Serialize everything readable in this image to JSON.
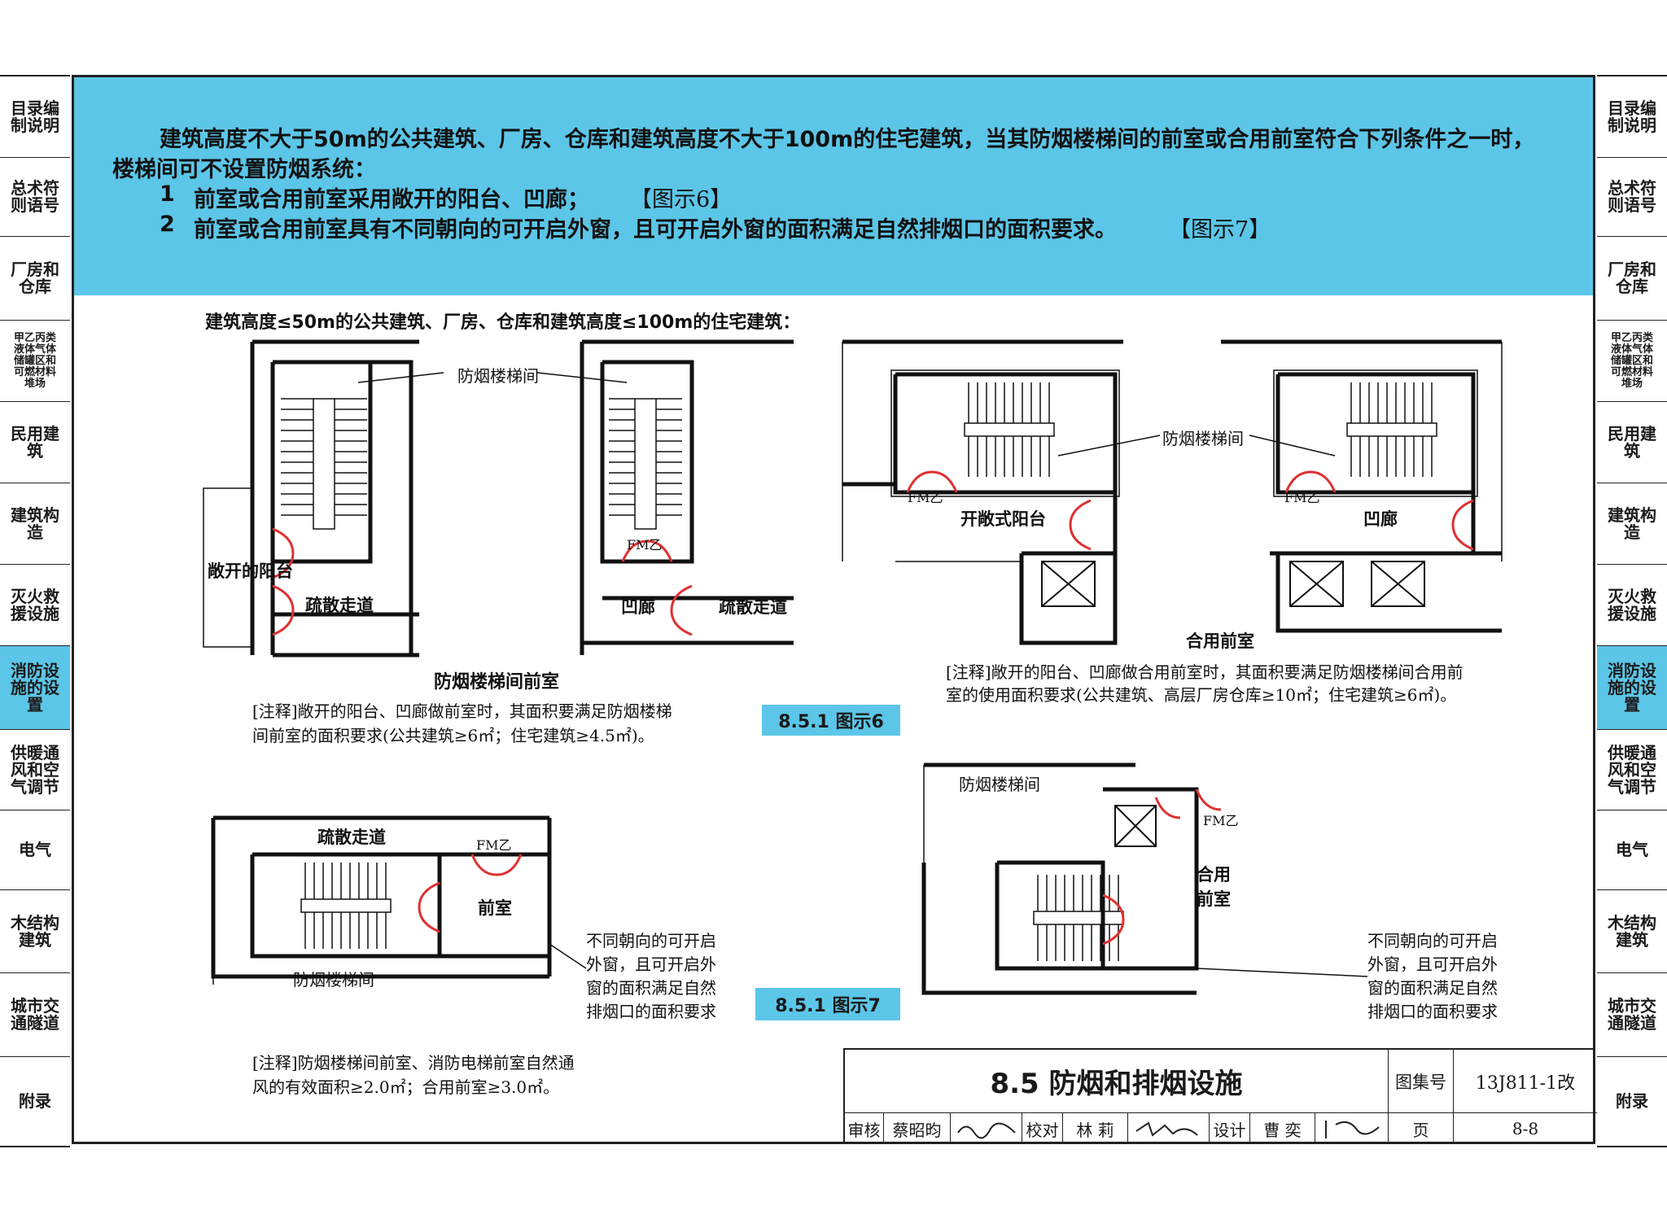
{
  "sidebar": {
    "items": [
      {
        "label": "目录编制说明"
      },
      {
        "label": "总术符则语号"
      },
      {
        "label": "厂房和仓库"
      },
      {
        "label": "甲乙丙类液体气体储罐区和可燃材料堆场"
      },
      {
        "label": "民用建筑"
      },
      {
        "label": "建筑构造"
      },
      {
        "label": "灭火救援设施"
      },
      {
        "label": "消防设施的设置"
      },
      {
        "label": "供暖通风和空气调节"
      },
      {
        "label": "电气"
      },
      {
        "label": "木结构建筑"
      },
      {
        "label": "城市交通隧道"
      },
      {
        "label": "附录"
      }
    ],
    "active_index": 7
  },
  "banner": {
    "line1": "建筑高度不大于50m的公共建筑、厂房、仓库和建筑高度不大于100m的住宅建筑，当其防烟楼梯间的前室或合用前室符合下列条件之一时，",
    "line2": "楼梯间可不设置防烟系统：",
    "item1_num": "1",
    "item1": "前室或合用前室采用敞开的阳台、凹廊；",
    "item1_ref": "【图示6】",
    "item2_num": "2",
    "item2": "前室或合用前室具有不同朝向的可开启外窗，且可开启外窗的面积满足自然排烟口的面积要求。",
    "item2_ref": "【图示7】"
  },
  "diagram6": {
    "heading": "建筑高度≤50m的公共建筑、厂房、仓库和建筑高度≤100m的住宅建筑：",
    "stair_label": "防烟楼梯间",
    "open_balcony": "敞开的阳台",
    "recess": "凹廊",
    "corridor": "疏散走道",
    "fm": "FM乙",
    "caption_left": "防烟楼梯间前室",
    "note_left_1": "[注释]敞开的阳台、凹廊做前室时，其面积要满足防烟楼梯",
    "note_left_2": "间前室的面积要求(公共建筑≥6㎡；住宅建筑≥4.5㎡)。",
    "open_balcony_right": "开敞式阳台",
    "recess_right": "凹廊",
    "shared_lobby": "合用前室",
    "note_right_1": "[注释]敞开的阳台、凹廊做合用前室时，其面积要满足防烟楼梯间合用前",
    "note_right_2": "室的使用面积要求(公共建筑、高层厂房仓库≥10㎡；住宅建筑≥6㎡)。",
    "label": "8.5.1 图示6"
  },
  "diagram7": {
    "corridor": "疏散走道",
    "lobby": "前室",
    "stair_label": "防烟楼梯间",
    "window_note": [
      "不同朝向的可开启",
      "外窗，且可开启外",
      "窗的面积满足自然",
      "排烟口的面积要求"
    ],
    "shared_lobby": [
      "合用",
      "前室"
    ],
    "note_1": "[注释]防烟楼梯间前室、消防电梯前室自然通",
    "note_2": "风的有效面积≥2.0㎡；合用前室≥3.0㎡。",
    "label": "8.5.1 图示7"
  },
  "titleblock": {
    "title": "8.5 防烟和排烟设施",
    "atlas_label": "图集号",
    "atlas_no": "13J811-1改",
    "review": "审核",
    "reviewer": "蔡昭昀",
    "check": "校对",
    "checker": "林 莉",
    "design": "设计",
    "designer": "曹 奕",
    "page_label": "页",
    "page_no": "8-8"
  },
  "colors": {
    "accent": "#5cc6e8",
    "door": "#e03030"
  }
}
